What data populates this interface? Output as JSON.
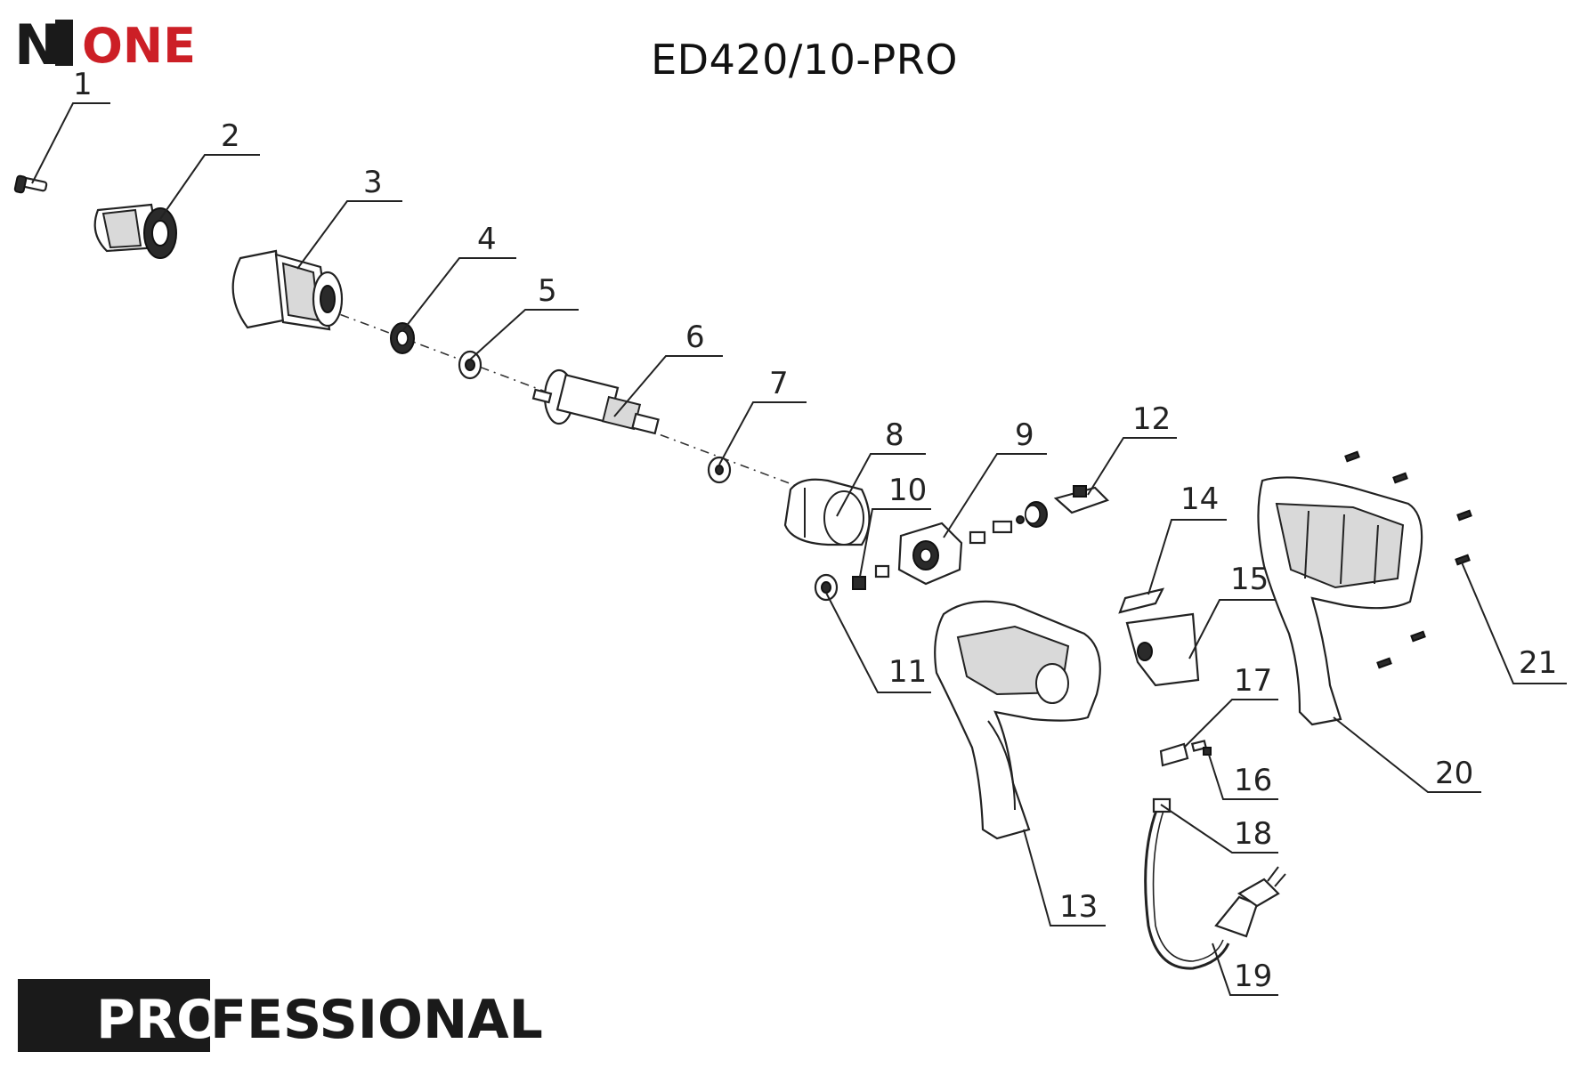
{
  "header": {
    "title": "ED420/10-PRO"
  },
  "brand": {
    "logo_mark": "N",
    "logo_word": "ONE",
    "mark_color": "#1a1a1a",
    "word_color": "#cc1f26"
  },
  "footer_badge": {
    "prefix": "PRO",
    "suffix": "FESSIONAL",
    "band_color": "#1a1a1a"
  },
  "parts": [
    {
      "number": "1"
    },
    {
      "number": "2"
    },
    {
      "number": "3"
    },
    {
      "number": "4"
    },
    {
      "number": "5"
    },
    {
      "number": "6"
    },
    {
      "number": "7"
    },
    {
      "number": "8"
    },
    {
      "number": "9"
    },
    {
      "number": "10"
    },
    {
      "number": "11"
    },
    {
      "number": "12"
    },
    {
      "number": "13"
    },
    {
      "number": "14"
    },
    {
      "number": "15"
    },
    {
      "number": "16"
    },
    {
      "number": "17"
    },
    {
      "number": "18"
    },
    {
      "number": "19"
    },
    {
      "number": "20"
    },
    {
      "number": "21"
    }
  ]
}
